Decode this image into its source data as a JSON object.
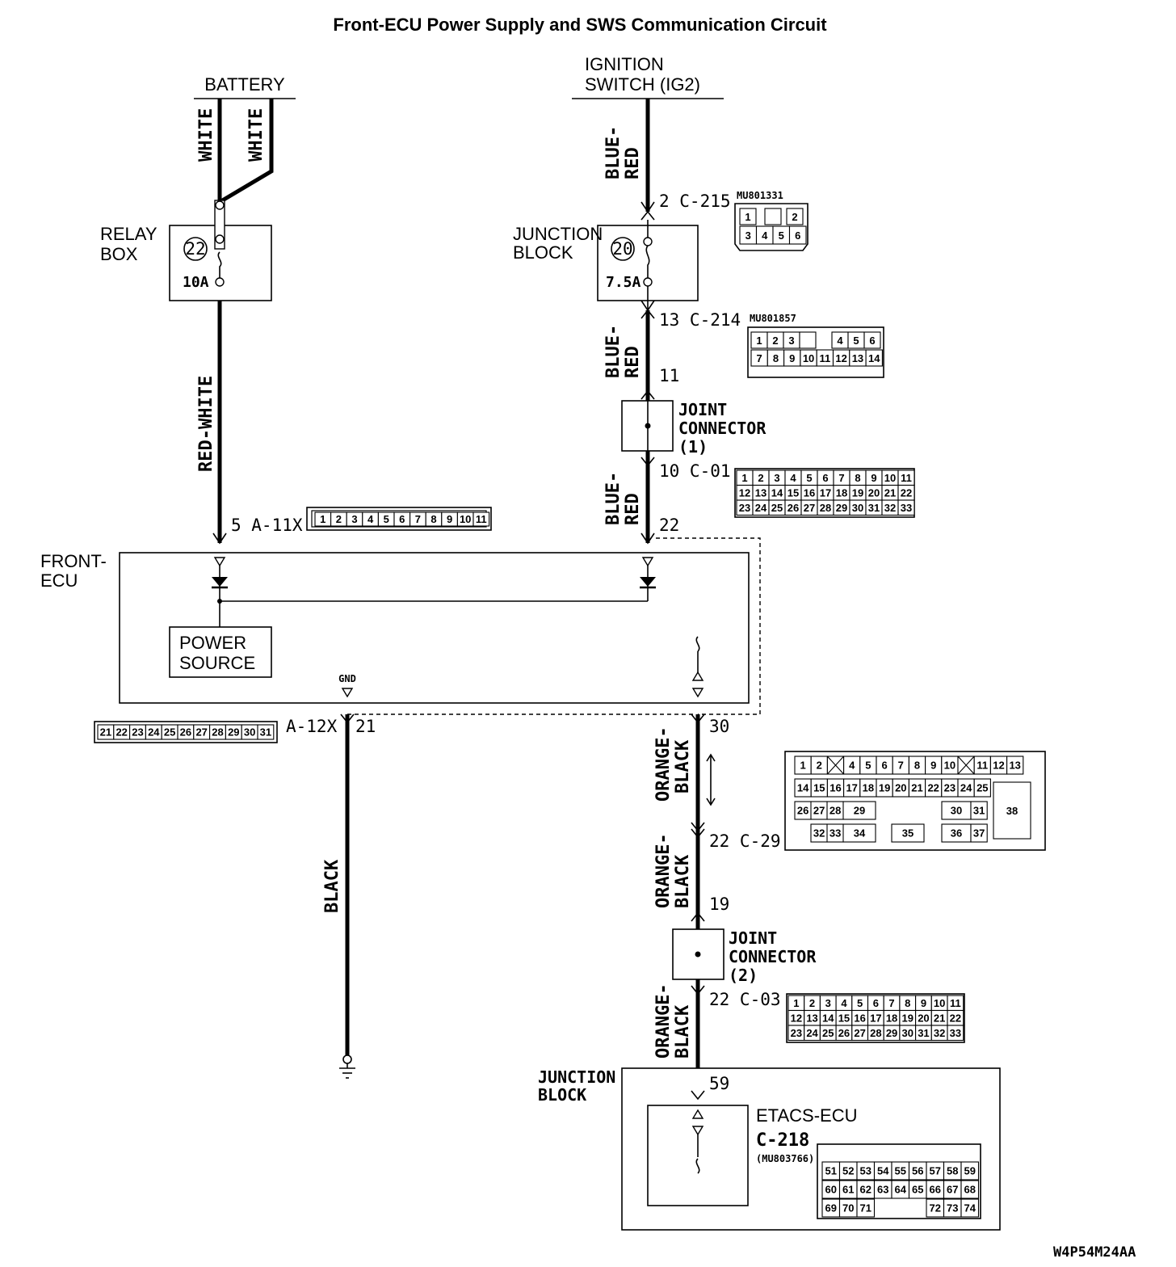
{
  "title": "Front-ECU Power Supply and SWS Communication Circuit",
  "diagram_code": "W4P54M24AA",
  "sources": {
    "battery": "BATTERY",
    "ignition_line1": "IGNITION",
    "ignition_line2": "SWITCH (IG2)"
  },
  "wires": {
    "battery_a": "WHITE",
    "battery_b": "WHITE",
    "relay_out": "RED-WHITE",
    "ig_in_1": "BLUE-",
    "ig_in_2": "RED",
    "jb_out_1": "BLUE-",
    "jb_out_2": "RED",
    "jc1_out_1": "BLUE-",
    "jc1_out_2": "RED",
    "gnd": "BLACK",
    "sws1_1": "ORANGE-",
    "sws1_2": "BLACK",
    "sws2_1": "ORANGE-",
    "sws2_2": "BLACK",
    "sws3_1": "ORANGE-",
    "sws3_2": "BLACK"
  },
  "components": {
    "relay_box_1": "RELAY",
    "relay_box_2": "BOX",
    "relay_fuse_no": "22",
    "relay_fuse_rating": "10A",
    "jb_1": "JUNCTION",
    "jb_2": "BLOCK",
    "jb_fuse_no": "20",
    "jb_fuse_rating": "7.5A",
    "jc1_1": "JOINT",
    "jc1_2": "CONNECTOR",
    "jc1_3": "(1)",
    "jc2_1": "JOINT",
    "jc2_2": "CONNECTOR",
    "jc2_3": "(2)",
    "front_ecu_1": "FRONT-",
    "front_ecu_2": "ECU",
    "power_source_1": "POWER",
    "power_source_2": "SOURCE",
    "gnd": "GND",
    "jb_bottom_1": "JUNCTION",
    "jb_bottom_2": "BLOCK",
    "etacs": "ETACS-ECU",
    "etacs_conn": "C-218",
    "etacs_part": "(MU803766)"
  },
  "pins": {
    "c215": "2  C-215",
    "c214": "13  C-214",
    "jc1_in": "11",
    "c01": "10  C-01",
    "jc1_out": "22",
    "a11x": "5  A-11X",
    "a12x": "A-12X",
    "a12x_pin": "21",
    "ecu_sws": "30",
    "c29": "22  C-29",
    "jc2_in": "19",
    "c03": "22  C-03",
    "etacs_pin": "59"
  },
  "part_numbers": {
    "c215": "MU801331",
    "c214": "MU801857"
  },
  "connectors": {
    "c215": [
      [
        "1",
        "",
        "2"
      ],
      [
        "3",
        "4",
        "5",
        "6"
      ]
    ],
    "c214": [
      [
        "1",
        "2",
        "3",
        "",
        "4",
        "5",
        "6"
      ],
      [
        "7",
        "8",
        "9",
        "10",
        "11",
        "12",
        "13",
        "14"
      ]
    ],
    "c01": [
      [
        "1",
        "2",
        "3",
        "4",
        "5",
        "6",
        "7",
        "8",
        "9",
        "10",
        "11"
      ],
      [
        "12",
        "13",
        "14",
        "15",
        "16",
        "17",
        "18",
        "19",
        "20",
        "21",
        "22"
      ],
      [
        "23",
        "24",
        "25",
        "26",
        "27",
        "28",
        "29",
        "30",
        "31",
        "32",
        "33"
      ]
    ],
    "a11x": [
      "1",
      "2",
      "3",
      "4",
      "5",
      "6",
      "7",
      "8",
      "9",
      "10",
      "11"
    ],
    "a12x": [
      "21",
      "22",
      "23",
      "24",
      "25",
      "26",
      "27",
      "28",
      "29",
      "30",
      "31"
    ],
    "c29": {
      "row1": [
        "1",
        "2",
        "X",
        "4",
        "5",
        "6",
        "7",
        "8",
        "9",
        "10",
        "X",
        "11",
        "12",
        "13"
      ],
      "row2": [
        "14",
        "15",
        "16",
        "17",
        "18",
        "19",
        "20",
        "21",
        "22",
        "23",
        "24",
        "25"
      ],
      "row3": [
        "26",
        "27",
        "28",
        "29",
        "30",
        "31"
      ],
      "row4": [
        "32",
        "33",
        "34",
        "35",
        "36",
        "37"
      ],
      "big": "38"
    },
    "c03": [
      [
        "1",
        "2",
        "3",
        "4",
        "5",
        "6",
        "7",
        "8",
        "9",
        "10",
        "11"
      ],
      [
        "12",
        "13",
        "14",
        "15",
        "16",
        "17",
        "18",
        "19",
        "20",
        "21",
        "22"
      ],
      [
        "23",
        "24",
        "25",
        "26",
        "27",
        "28",
        "29",
        "30",
        "31",
        "32",
        "33"
      ]
    ],
    "c218": [
      [
        "51",
        "52",
        "53",
        "54",
        "55",
        "56",
        "57",
        "58",
        "59"
      ],
      [
        "60",
        "61",
        "62",
        "63",
        "64",
        "65",
        "66",
        "67",
        "68"
      ],
      [
        "69",
        "70",
        "71",
        "",
        "",
        "",
        "72",
        "73",
        "74"
      ]
    ]
  }
}
